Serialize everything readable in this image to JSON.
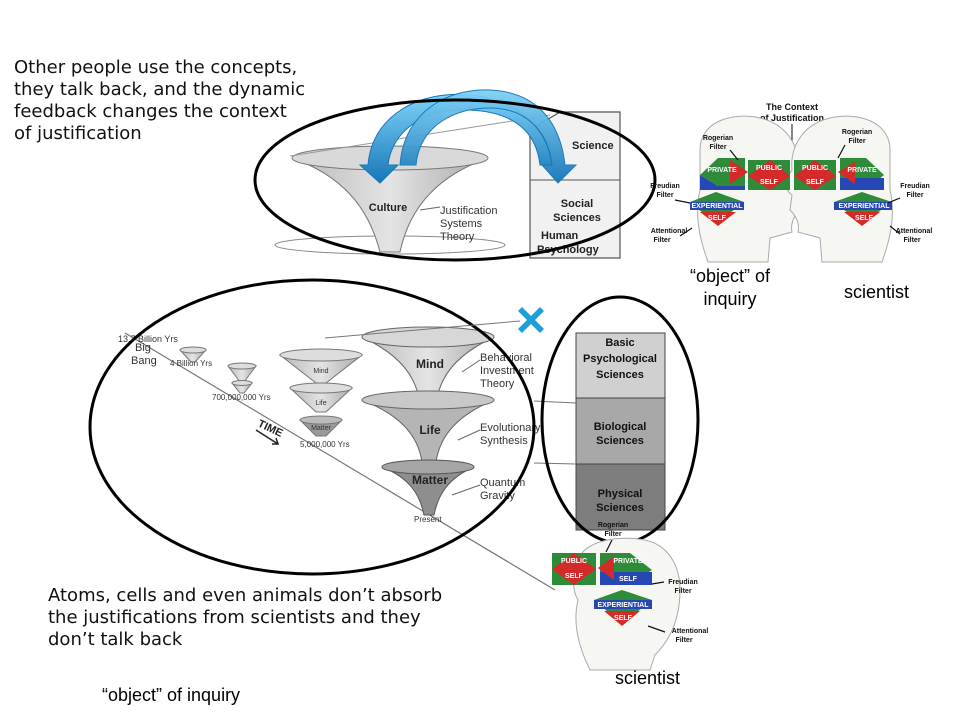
{
  "captions": {
    "top": [
      "Other people use the concepts,",
      "they talk back, and the dynamic",
      "feedback changes the context",
      "of justification"
    ],
    "bottom": [
      "Atoms, cells and even animals don’t absorb",
      "the justifications from scientists and they",
      "don’t talk back"
    ]
  },
  "labels": {
    "object_inquiry_right_line1": "“object” of",
    "object_inquiry_right_line2": "inquiry",
    "scientist_right": "scientist",
    "scientist_bottom": "scientist",
    "object_inquiry_bottom": "“object” of inquiry"
  },
  "top_figure": {
    "culture": "Culture",
    "jst": [
      "Justification",
      "Systems",
      "Theory"
    ],
    "science": "Science",
    "social": [
      "Social",
      "Sciences"
    ],
    "human": [
      "Human",
      "Psychology"
    ]
  },
  "main_figure": {
    "big_bang": [
      "13.7 Billion Yrs",
      "Big",
      "Bang"
    ],
    "time_labels": [
      "4 Billion Yrs",
      "700,000,000 Yrs",
      "5,000,000 Yrs"
    ],
    "small_cones": [
      "Mind",
      "Life",
      "Matter"
    ],
    "time": "TIME",
    "cones": [
      "Mind",
      "Life",
      "Matter"
    ],
    "present": "Present",
    "theories": [
      [
        "Behavioral",
        "Investment",
        "Theory"
      ],
      [
        "Evolutionary",
        "Synthesis"
      ],
      [
        "Quantum",
        "Gravity"
      ]
    ],
    "levels": [
      [
        "Basic",
        "Psychological",
        "Sciences"
      ],
      [
        "Biological",
        "Sciences"
      ],
      [
        "Physical",
        "Sciences"
      ]
    ]
  },
  "head_diagram": {
    "title": [
      "The Context",
      "of Justification"
    ],
    "filters": [
      "Rogerian",
      "Filter",
      "Freudian",
      "Attentional"
    ],
    "domains": [
      "PRIVATE",
      "PUBLIC",
      "SELF",
      "EXPERIENTIAL"
    ]
  },
  "colors": {
    "arrow": "#29a3dc",
    "arrow_dark": "#1676b8",
    "cross": "#1e9fd8",
    "red": "#d42a2a",
    "green": "#2e8b3a",
    "blue": "#2747b5"
  }
}
